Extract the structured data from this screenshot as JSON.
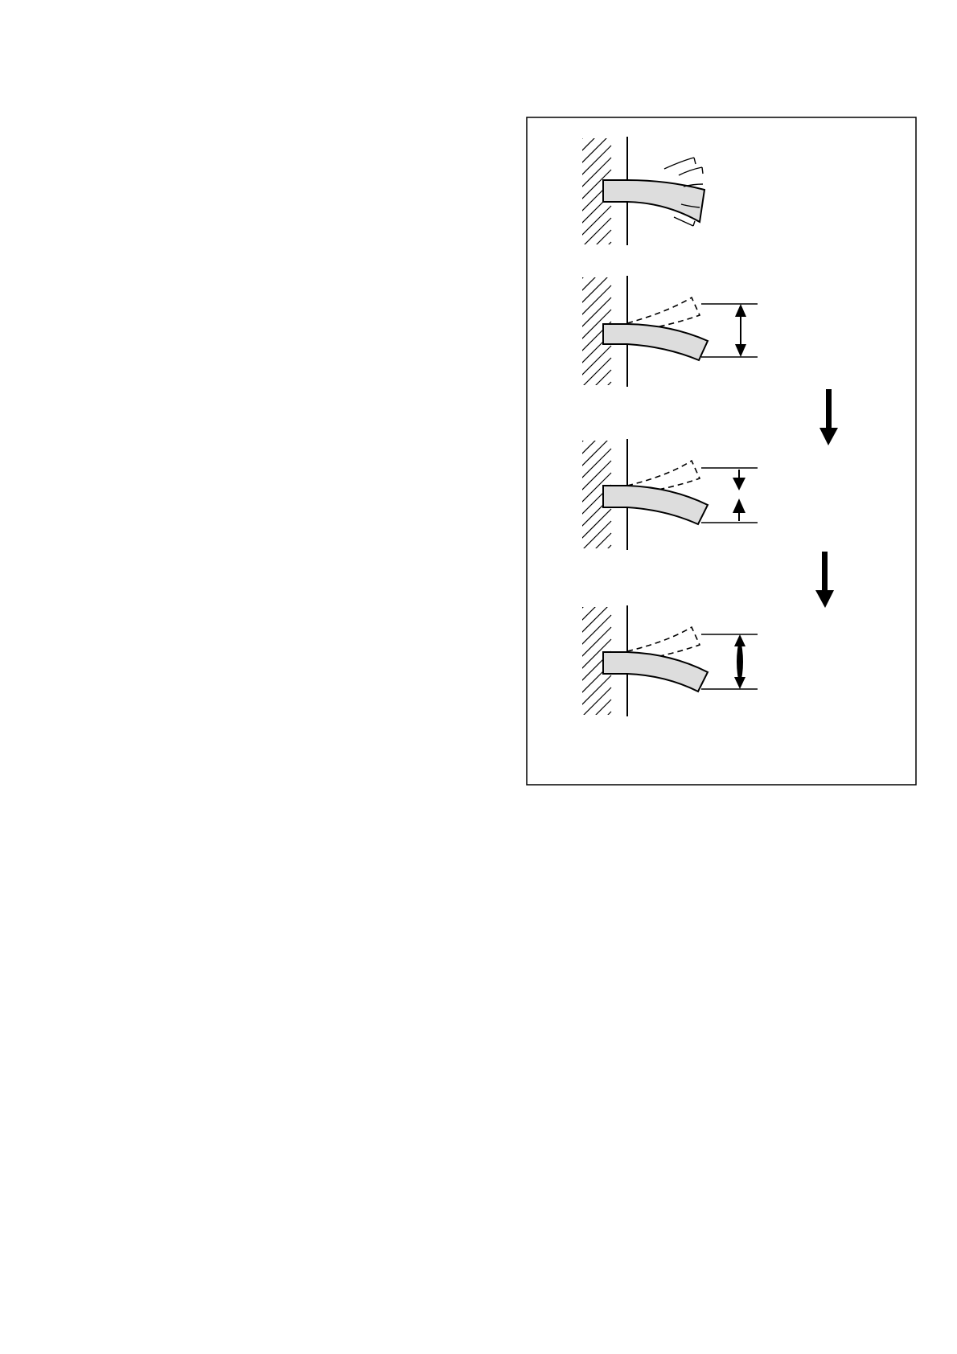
{
  "figure": {
    "panels": [
      {
        "state": "free-vibration",
        "ghost_count": 5
      },
      {
        "state": "full-amplitude"
      },
      {
        "state": "reduced-amplitude"
      },
      {
        "state": "minimal-amplitude"
      }
    ],
    "flow_arrows": 2,
    "colors": {
      "line": "#000000",
      "beam_fill": "#dddddd",
      "background": "#ffffff"
    }
  }
}
